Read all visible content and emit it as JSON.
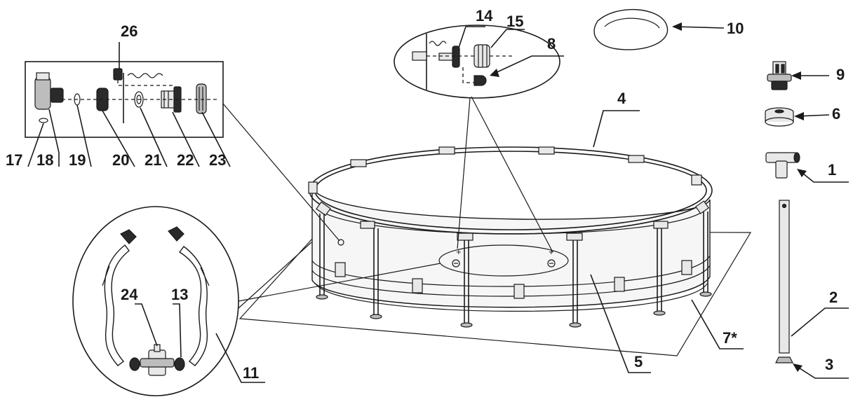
{
  "callouts": {
    "c1": "1",
    "c2": "2",
    "c3": "3",
    "c4": "4",
    "c5": "5",
    "c6": "6",
    "c7": "7*",
    "c8": "8",
    "c9": "9",
    "c10": "10",
    "c11": "11",
    "c13": "13",
    "c14": "14",
    "c15": "15",
    "c17": "17",
    "c18": "18",
    "c19": "19",
    "c20": "20",
    "c21": "21",
    "c22": "22",
    "c23": "23",
    "c24": "24",
    "c26": "26"
  },
  "colors": {
    "line": "#1a1a1a",
    "fill_dark": "#2a2a2a",
    "fill_grey": "#bdbdbd",
    "fill_light": "#e8e8e8",
    "background": "#ffffff"
  }
}
